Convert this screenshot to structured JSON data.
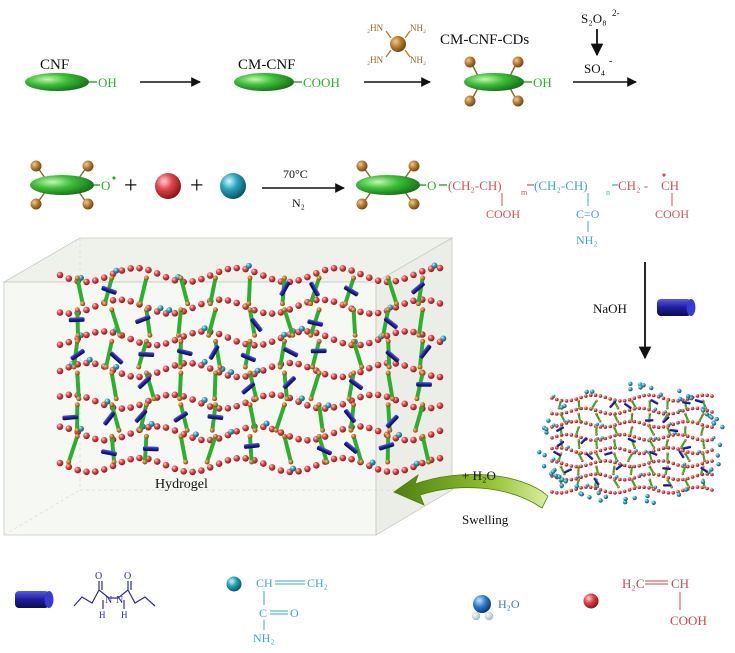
{
  "step1": {
    "cnf_label": "CNF",
    "oh": "OH",
    "cmcnf_label": "CM-CNF",
    "cooh": "COOH",
    "diamine_hn": "₂HN",
    "diamine_nh": "NH₂",
    "cds_label": "CM-CNF-CDs",
    "persulfate": "S₂O₈",
    "persulfate_charge": "2-",
    "sulfate": "SO₄",
    "sulfate_charge": "-"
  },
  "step2": {
    "radical_o": "O",
    "plus": "+",
    "temperature": "70°C",
    "atmosphere": "N₂",
    "chain_o": "O",
    "seg1": "(CH₂-CH)",
    "seg1_sub": "m",
    "seg1_group": "COOH",
    "seg2": "(CH₂-CH)",
    "seg2_sub": "n",
    "seg2_group": "C=O",
    "seg2_amine": "NH₂",
    "tail": "CH₂ -",
    "tail_ch": "CH",
    "tail_group": "COOH"
  },
  "step3": {
    "naoh": "NaOH",
    "water": "+ H₂O",
    "swelling": "Swelling",
    "hydrogel": "Hydrogel"
  },
  "legend": {
    "mba_n1": "N",
    "mba_n2": "N",
    "mba_h1": "H",
    "mba_h2": "H",
    "mba_o1": "O",
    "mba_o2": "O",
    "am_ch": "CH",
    "am_ch2": "CH₂",
    "am_c": "C",
    "am_o": "O",
    "am_nh2": "NH₂",
    "water": "H₂O",
    "aa_h2c": "H₂C",
    "aa_ch": "CH",
    "aa_cooh": "COOH"
  },
  "colors": {
    "fiber": "#2bb02b",
    "nanodot": "#b07a2a",
    "acrylic": "#c24a55",
    "acrylamide": "#3fa8bf",
    "crosslinker": "#2a2aa8",
    "arrow_green": "#6a9a1a"
  }
}
